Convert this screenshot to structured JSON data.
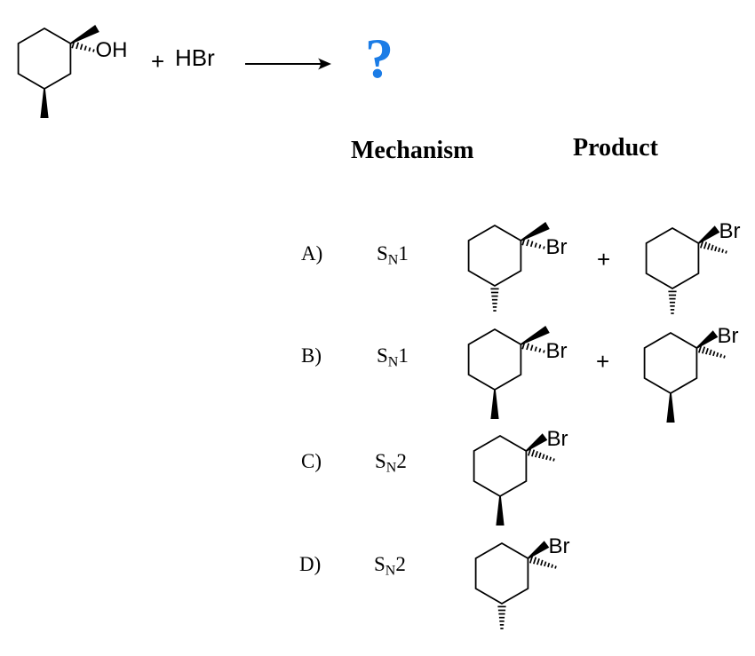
{
  "reaction": {
    "plus": "+",
    "reagent": "HBr",
    "unknown_mark": "?",
    "unknown_color": "#1b7ce6"
  },
  "headers": {
    "mechanism": "Mechanism",
    "product": "Product"
  },
  "options": [
    {
      "letter": "A)",
      "mechanism": {
        "base": "S",
        "sub": "N",
        "order": "1"
      },
      "plus": "+"
    },
    {
      "letter": "B)",
      "mechanism": {
        "base": "S",
        "sub": "N",
        "order": "1"
      },
      "plus": "+"
    },
    {
      "letter": "C)",
      "mechanism": {
        "base": "S",
        "sub": "N",
        "order": "2"
      }
    },
    {
      "letter": "D)",
      "mechanism": {
        "base": "S",
        "sub": "N",
        "order": "2"
      }
    }
  ],
  "molecules": {
    "start": {
      "up": {
        "bond": "wedge"
      },
      "right": {
        "bond": "hash",
        "label": "OH"
      },
      "down": {
        "bond": "wedge"
      }
    },
    "a_left": {
      "up": {
        "bond": "wedge"
      },
      "right": {
        "bond": "hash",
        "label": "Br"
      },
      "down": {
        "bond": "hash"
      }
    },
    "a_right": {
      "up": {
        "bond": "wedge",
        "label": "Br"
      },
      "right": {
        "bond": "hash"
      },
      "down": {
        "bond": "hash"
      }
    },
    "b_left": {
      "up": {
        "bond": "wedge"
      },
      "right": {
        "bond": "hash",
        "label": "Br"
      },
      "down": {
        "bond": "wedge"
      }
    },
    "b_right": {
      "up": {
        "bond": "wedge",
        "label": "Br"
      },
      "right": {
        "bond": "hash"
      },
      "down": {
        "bond": "wedge"
      }
    },
    "c": {
      "up": {
        "bond": "wedge",
        "label": "Br"
      },
      "right": {
        "bond": "hash"
      },
      "down": {
        "bond": "wedge"
      }
    },
    "d": {
      "up": {
        "bond": "wedge",
        "label": "Br"
      },
      "right": {
        "bond": "hash"
      },
      "down": {
        "bond": "hash"
      }
    }
  },
  "colors": {
    "ink": "#000000",
    "background": "#ffffff"
  }
}
